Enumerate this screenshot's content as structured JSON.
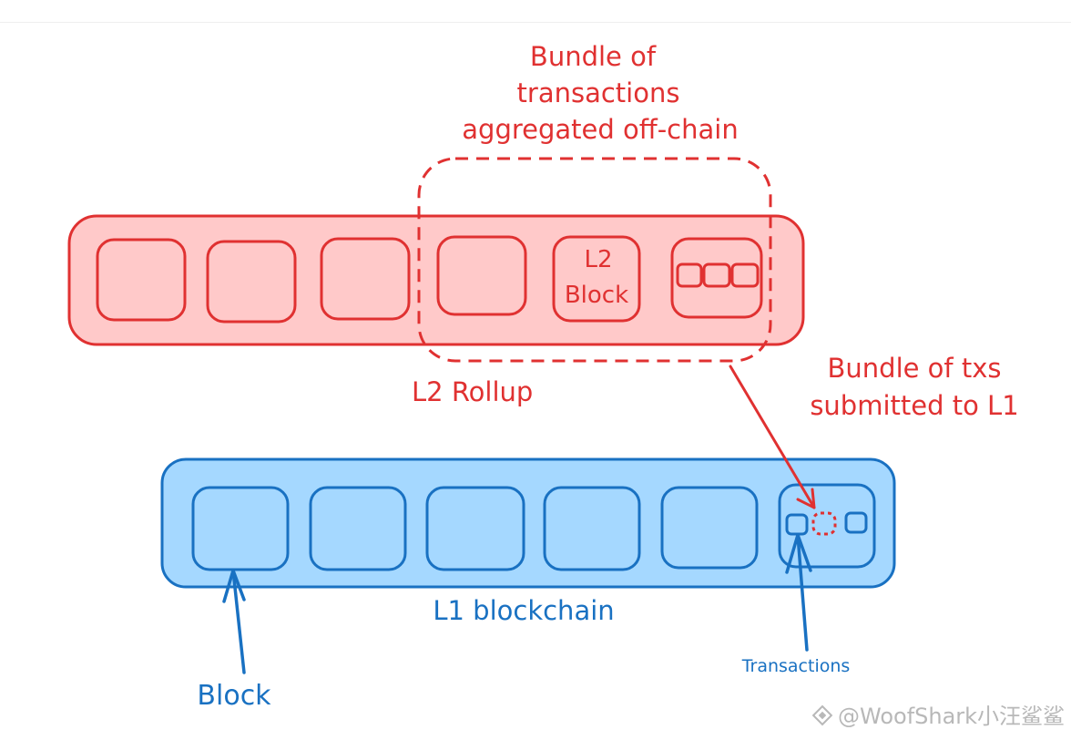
{
  "colors": {
    "l2_stroke": "#e03131",
    "l2_fill": "#ffc9c9",
    "l1_stroke": "#1971c2",
    "l1_fill": "#a5d8ff",
    "watermark": "#b8b8b8"
  },
  "labels": {
    "bundle_title": [
      "Bundle of",
      "transactions",
      "aggregated off-chain"
    ],
    "l2_block": [
      "L2",
      "Block"
    ],
    "l2_rollup": "L2 Rollup",
    "bundle_submitted": [
      "Bundle of txs",
      "submitted to L1"
    ],
    "l1_blockchain": "L1 blockchain",
    "block": "Block",
    "transactions": "Transactions"
  },
  "watermark": "@WoofShark小汪鲨鲨"
}
